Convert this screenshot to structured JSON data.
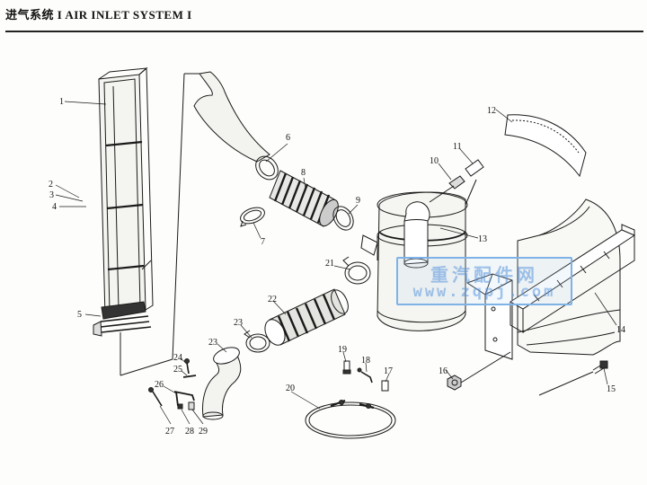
{
  "header": {
    "title": "进气系统 I AIR INLET SYSTEM I"
  },
  "watermark": {
    "line1": "重汽配件网",
    "line2": "www.zqpj.com"
  },
  "callouts": [
    "1",
    "2",
    "3",
    "4",
    "5",
    "6",
    "7",
    "8",
    "9",
    "10",
    "11",
    "12",
    "13",
    "14",
    "15",
    "16",
    "17",
    "18",
    "19",
    "20",
    "21",
    "22",
    "23",
    "23",
    "24",
    "25",
    "26",
    "27",
    "28",
    "29"
  ],
  "colors": {
    "ink": "#1a1a1a",
    "paper": "#fdfdfb",
    "watermark": "#7fb2e6"
  }
}
